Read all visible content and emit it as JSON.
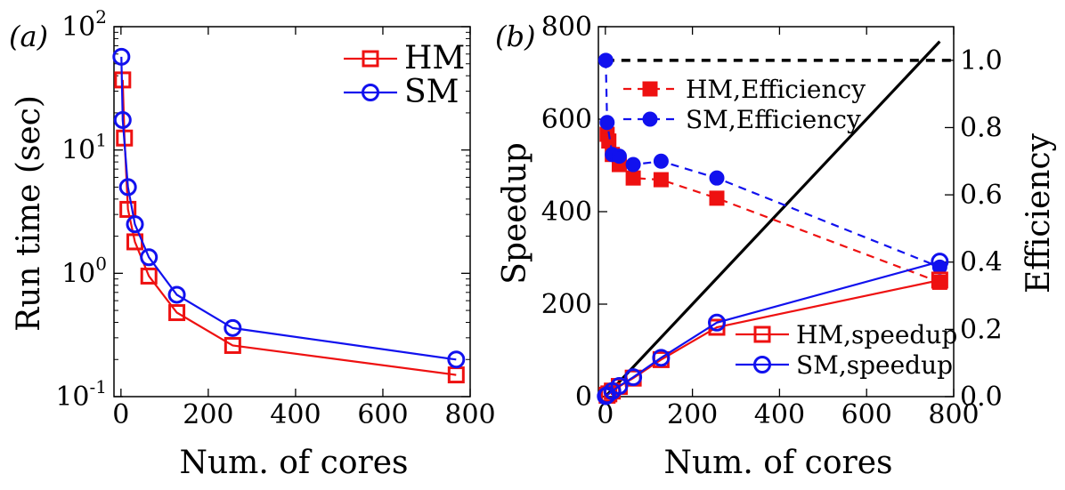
{
  "colors": {
    "hm": "#ee1111",
    "sm": "#1111ee",
    "black": "#000000"
  },
  "chart_data": [
    {
      "type": "line",
      "panel_label": "(a)",
      "xlabel": "Num. of cores",
      "ylabel": "Run time (sec)",
      "xlim": [
        -16,
        800
      ],
      "xticks": [
        0,
        200,
        400,
        600,
        800
      ],
      "yscale": "log",
      "ylim": [
        0.1,
        100
      ],
      "yticks": [
        {
          "value": 0.1,
          "base": "10",
          "exp": "-1"
        },
        {
          "value": 1,
          "base": "10",
          "exp": "0"
        },
        {
          "value": 10,
          "base": "10",
          "exp": "1"
        },
        {
          "value": 100,
          "base": "10",
          "exp": "2"
        }
      ],
      "grid": false,
      "legend_position": "top-right",
      "series": [
        {
          "name": "HM",
          "color": "#ee1111",
          "marker": "square",
          "x": [
            4,
            8,
            16,
            32,
            64,
            128,
            256,
            768
          ],
          "y": [
            37,
            12.5,
            3.3,
            1.8,
            0.95,
            0.48,
            0.26,
            0.15
          ]
        },
        {
          "name": "SM",
          "color": "#1111ee",
          "marker": "circle",
          "x": [
            1,
            4,
            16,
            32,
            64,
            128,
            256,
            768
          ],
          "y": [
            57,
            17.5,
            5.0,
            2.5,
            1.35,
            0.67,
            0.36,
            0.2
          ]
        }
      ]
    },
    {
      "type": "line",
      "panel_label": "(b)",
      "xlabel": "Num. of cores",
      "ylabel": "Speedup",
      "y2label": "Efficiency",
      "xlim": [
        -16,
        800
      ],
      "xticks": [
        0,
        200,
        400,
        600,
        800
      ],
      "ylim": [
        0,
        800
      ],
      "yticks": [
        0,
        200,
        400,
        600,
        800
      ],
      "y2lim": [
        0,
        1.1
      ],
      "y2ticks": [
        "0.0",
        "0.2",
        "0.4",
        "0.6",
        "0.8",
        "1.0"
      ],
      "grid": false,
      "reference_lines": [
        {
          "kind": "ideal-speedup",
          "axis": "left",
          "style": "solid",
          "x": [
            0,
            768
          ],
          "y": [
            0,
            768
          ]
        },
        {
          "kind": "ideal-efficiency",
          "axis": "right",
          "style": "dashed",
          "x": [
            0,
            800
          ],
          "y": [
            1.0,
            1.0
          ]
        }
      ],
      "series": [
        {
          "name": "HM,Efficiency",
          "axis": "right",
          "color": "#ee1111",
          "marker": "filled-square",
          "style": "dashed",
          "x": [
            4,
            8,
            16,
            32,
            64,
            128,
            256,
            768
          ],
          "y": [
            0.78,
            0.76,
            0.72,
            0.69,
            0.65,
            0.645,
            0.59,
            0.34
          ]
        },
        {
          "name": "SM,Efficiency",
          "axis": "right",
          "color": "#1111ee",
          "marker": "filled-circle",
          "style": "dashed",
          "x": [
            1,
            4,
            16,
            32,
            64,
            128,
            256,
            768
          ],
          "y": [
            1.0,
            0.815,
            0.72,
            0.715,
            0.69,
            0.7,
            0.65,
            0.385
          ]
        },
        {
          "name": "HM,speedup",
          "axis": "left",
          "color": "#ee1111",
          "marker": "square",
          "style": "solid",
          "x": [
            4,
            8,
            16,
            32,
            64,
            128,
            256,
            768
          ],
          "y": [
            3,
            6,
            12,
            22,
            40,
            80,
            150,
            252
          ]
        },
        {
          "name": "SM,speedup",
          "axis": "left",
          "color": "#1111ee",
          "marker": "circle",
          "style": "solid",
          "x": [
            1,
            4,
            16,
            32,
            64,
            128,
            256,
            768
          ],
          "y": [
            1,
            3.2,
            12,
            23,
            42,
            84,
            160,
            292
          ]
        }
      ],
      "legends": [
        {
          "position": "upper-right",
          "entries": [
            "HM,Efficiency",
            "SM,Efficiency"
          ]
        },
        {
          "position": "lower-right",
          "entries": [
            "HM,speedup",
            "SM,speedup"
          ]
        }
      ]
    }
  ]
}
